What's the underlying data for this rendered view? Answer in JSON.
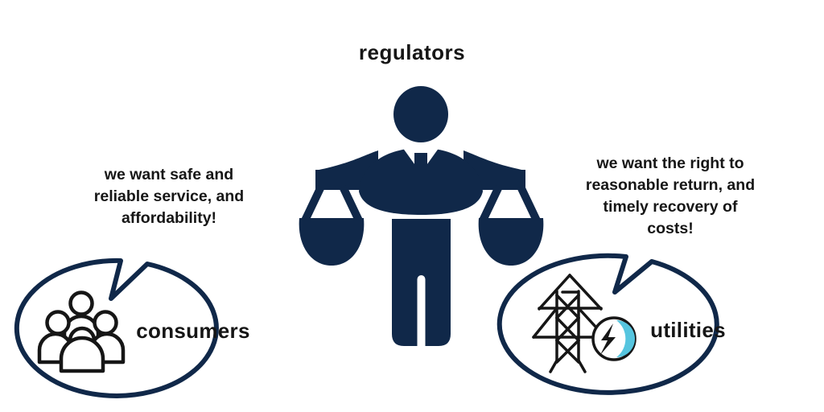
{
  "title": "regulators",
  "speech_bubbles": {
    "left": {
      "speaker": "consumers",
      "lines": [
        "we want safe and",
        "reliable service, and",
        "affordability!"
      ]
    },
    "right": {
      "speaker": "utilities",
      "lines": [
        "we want the right to",
        "reasonable return, and",
        "timely recovery of",
        "costs!"
      ]
    }
  },
  "labels": {
    "left": "consumers",
    "right": "utilities"
  },
  "icons": {
    "center": "regulator-balance-scales-icon",
    "bottom_left": "consumers-group-icon",
    "bottom_right_tower": "transmission-tower-icon",
    "bottom_right_bolt": "energy-bolt-icon"
  },
  "colors": {
    "navy": "#102849",
    "ink": "#161616",
    "cyan": "#56C5DF",
    "background": "#FFFFFF"
  }
}
